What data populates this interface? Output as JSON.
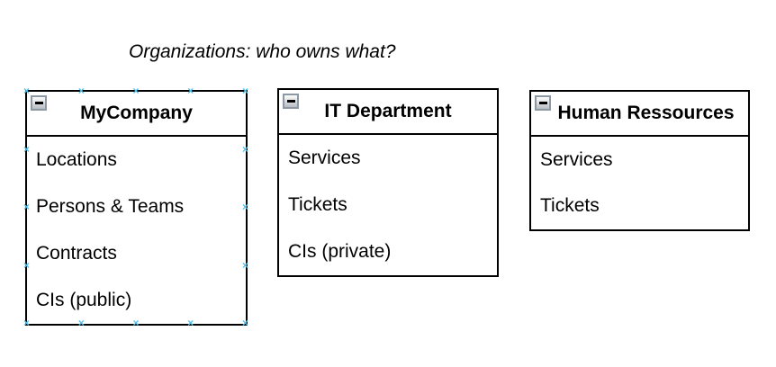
{
  "title": "Organizations: who owns what?",
  "boxes": [
    {
      "title": "MyCompany",
      "collapse_icon": "minus-icon",
      "selected": true,
      "items": [
        "Locations",
        "Persons & Teams",
        "Contracts",
        "CIs (public)"
      ]
    },
    {
      "title": "IT Department",
      "collapse_icon": "minus-icon",
      "selected": false,
      "items": [
        "Services",
        "Tickets",
        "CIs (private)"
      ]
    },
    {
      "title": "Human Ressources",
      "collapse_icon": "minus-icon",
      "selected": false,
      "items": [
        "Services",
        "Tickets"
      ]
    }
  ],
  "colors": {
    "background": "#ffffff",
    "box_border": "#000000",
    "text": "#000000",
    "selection_handle": "#52c0ea"
  }
}
